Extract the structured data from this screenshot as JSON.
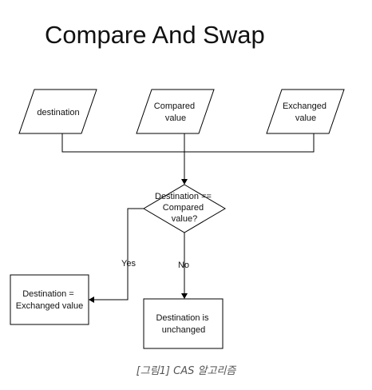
{
  "title": "Compare And Swap",
  "inputs": {
    "destination": [
      "destination"
    ],
    "compared": [
      "Compared",
      "value"
    ],
    "exchanged": [
      "Exchanged",
      "value"
    ]
  },
  "decision": [
    "Destination ==",
    "Compared",
    "value?"
  ],
  "branches": {
    "yes": "Yes",
    "no": "No"
  },
  "outcomes": {
    "swap": [
      "Destination =",
      "Exchanged value"
    ],
    "keep": [
      "Destination is",
      "unchanged"
    ]
  },
  "caption": "[그림1] CAS 알고리즘"
}
